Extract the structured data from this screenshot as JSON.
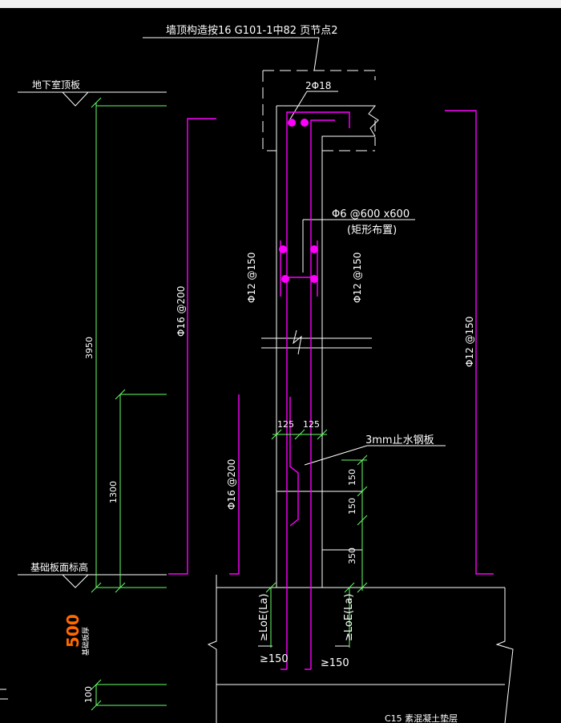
{
  "colors": {
    "background": "#000000",
    "white": "#ffffff",
    "green": "#66ff66",
    "magenta": "#ff00ff",
    "orange": "#ff6a00"
  },
  "labels": {
    "top_note": "墙顶构造按16 G101-1中82 页节点2",
    "basement_roof": "地下室顶板",
    "foundation_top": "基础板面标高",
    "top_bars": "2Φ18",
    "tie_bar": "Φ6 @600 x600",
    "tie_bar_note": "(矩形布置)",
    "water_stop": "3mm止水钢板",
    "left_vert_upper": "Φ16 @200",
    "left_vert_lower": "Φ16 @200",
    "right_vert": "Φ12 @150",
    "horiz_left": "Φ12 @150",
    "horiz_right": "Φ12 @150",
    "wall_width_left": "125",
    "wall_width_right": "125",
    "dim_total": "3950",
    "dim_1300": "1300",
    "dim_150": "150",
    "dim_150b": "150",
    "dim_350": "350",
    "dim_100": "100",
    "anchor_left": "≥LoE(La)",
    "anchor_right": "≥LoE(La)",
    "hook_left": "≥150",
    "hook_right": "≥150",
    "slab_thick": "基础板厚",
    "bottom_note": "C15 素混凝土垫层",
    "orange_mark": "500"
  }
}
